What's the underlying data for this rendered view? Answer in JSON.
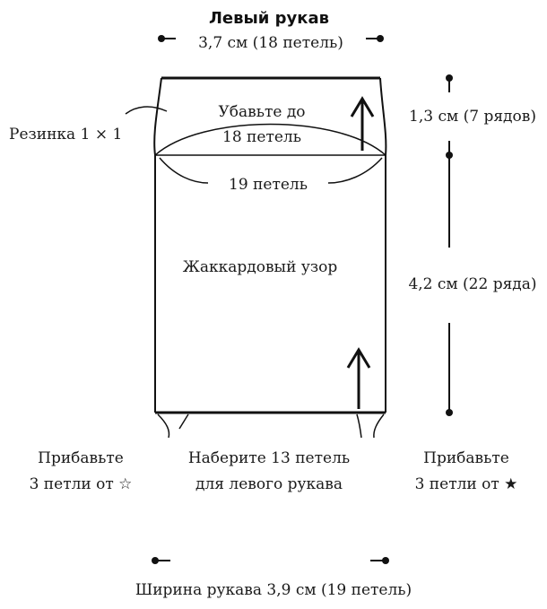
{
  "title": "Левый рукав",
  "top_width": "3,7 см (18 петель)",
  "rib_label": "Резинка 1 × 1",
  "decrease_line1": "Убавьте до",
  "decrease_line2": "18 петель",
  "rib_width": "19 петель",
  "rib_height": "1,3 см (7 рядов)",
  "pattern_label": "Жаккардовый узор",
  "body_height": "4,2 см (22 ряда)",
  "left_inc_line1": "Прибавьте",
  "left_inc_line2": "3 петли от ☆",
  "cast_on_line1": "Наберите 13 петель",
  "cast_on_line2": "для левого рукава",
  "right_inc_line1": "Прибавьте",
  "right_inc_line2": "3 петли от ★",
  "bottom_width": "Ширина рукава 3,9 см (19 петель)",
  "colors": {
    "ink": "#111111",
    "background": "#ffffff"
  }
}
